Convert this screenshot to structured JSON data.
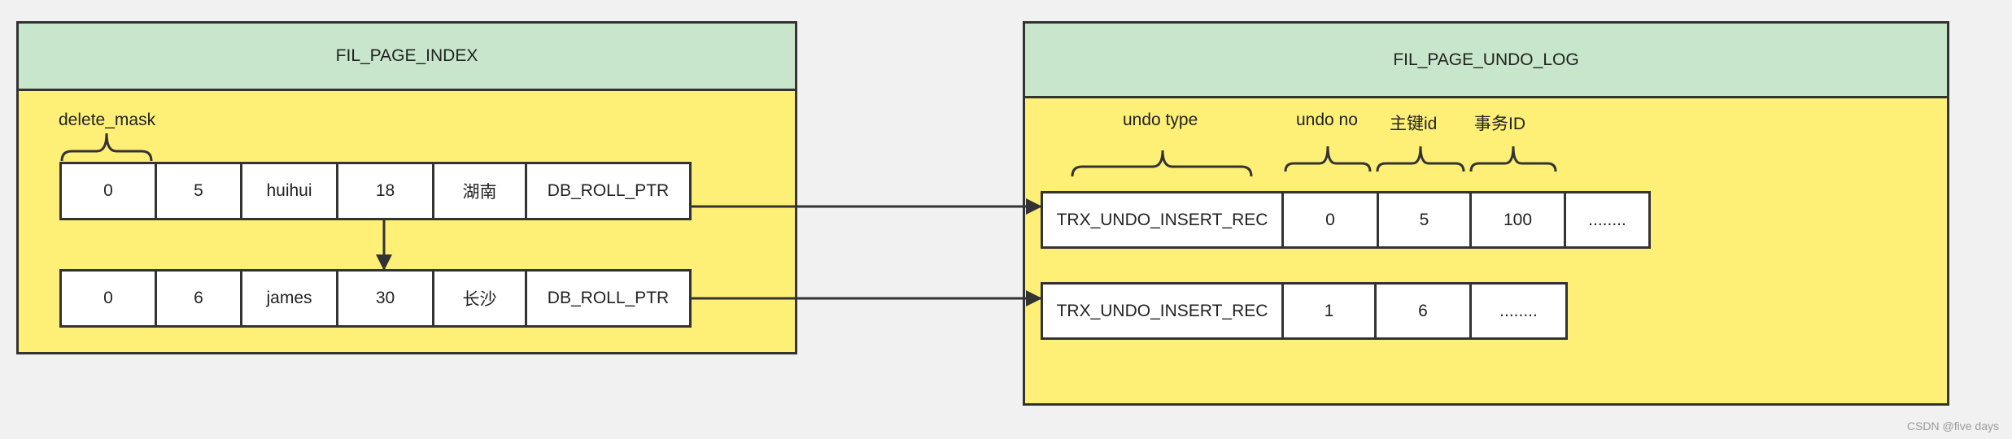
{
  "left_panel": {
    "title": "FIL_PAGE_INDEX",
    "label": "delete_mask",
    "rows": [
      [
        "0",
        "5",
        "huihui",
        "18",
        "湖南",
        "DB_ROLL_PTR"
      ],
      [
        "0",
        "6",
        "james",
        "30",
        "长沙",
        "DB_ROLL_PTR"
      ]
    ]
  },
  "right_panel": {
    "title": "FIL_PAGE_UNDO_LOG",
    "labels": [
      "undo type",
      "undo no",
      "主键id",
      "事务ID"
    ],
    "rows": [
      [
        "TRX_UNDO_INSERT_REC",
        "0",
        "5",
        "100",
        "........"
      ],
      [
        "TRX_UNDO_INSERT_REC",
        "1",
        "6",
        "........"
      ]
    ]
  },
  "watermark": "CSDN @five days"
}
